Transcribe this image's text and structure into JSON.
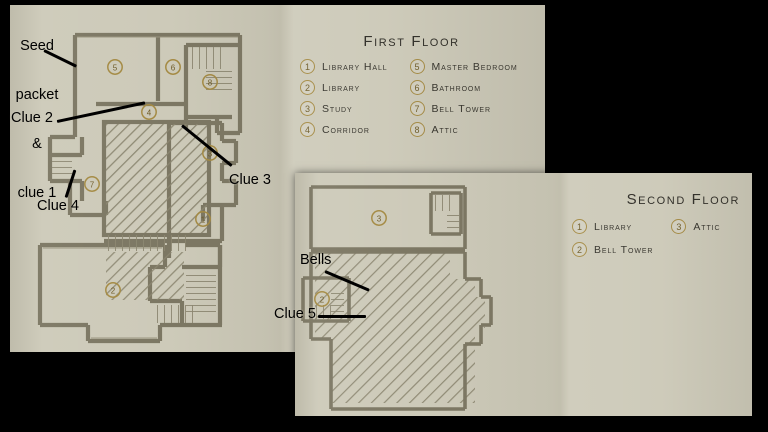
{
  "scene": {
    "background_color": "#000000",
    "paper_color": "#cdcab9",
    "ink_color": "#6f6a57",
    "badge_color": "#a48a43",
    "annotation_color": "#000000"
  },
  "documents": [
    {
      "id": "first-floor-sheet",
      "map_title": "First Floor",
      "legend_title": "First Floor"
    },
    {
      "id": "second-floor-sheet",
      "map_title": "Second Floor",
      "legend_title": "Second Floor"
    }
  ],
  "first_floor": {
    "title": "First Floor",
    "legend": [
      {
        "num": "1",
        "label": "Library Hall"
      },
      {
        "num": "2",
        "label": "Library"
      },
      {
        "num": "3",
        "label": "Study"
      },
      {
        "num": "4",
        "label": "Corridor"
      },
      {
        "num": "5",
        "label": "Master Bedroom"
      },
      {
        "num": "6",
        "label": "Bathroom"
      },
      {
        "num": "7",
        "label": "Bell Tower"
      },
      {
        "num": "8",
        "label": "Attic"
      }
    ],
    "room_markers": [
      {
        "num": "5"
      },
      {
        "num": "6"
      },
      {
        "num": "8"
      },
      {
        "num": "4"
      },
      {
        "num": "3"
      },
      {
        "num": "7"
      },
      {
        "num": "1"
      },
      {
        "num": "2"
      }
    ],
    "annotations": [
      {
        "id": "seed-packet-clue-1",
        "text": "Seed\npacket\n&\nclue 1"
      },
      {
        "id": "clue-2",
        "text": "Clue 2"
      },
      {
        "id": "clue-4",
        "text": "Clue 4"
      },
      {
        "id": "clue-3",
        "text": "Clue 3"
      }
    ]
  },
  "second_floor": {
    "title": "Second Floor",
    "legend": [
      {
        "num": "1",
        "label": "Library"
      },
      {
        "num": "2",
        "label": "Bell Tower"
      },
      {
        "num": "3",
        "label": "Attic"
      }
    ],
    "room_markers": [
      {
        "num": "3"
      },
      {
        "num": "2"
      }
    ],
    "annotations": [
      {
        "id": "bells",
        "text": "Bells"
      },
      {
        "id": "clue-5",
        "text": "Clue 5"
      }
    ]
  }
}
